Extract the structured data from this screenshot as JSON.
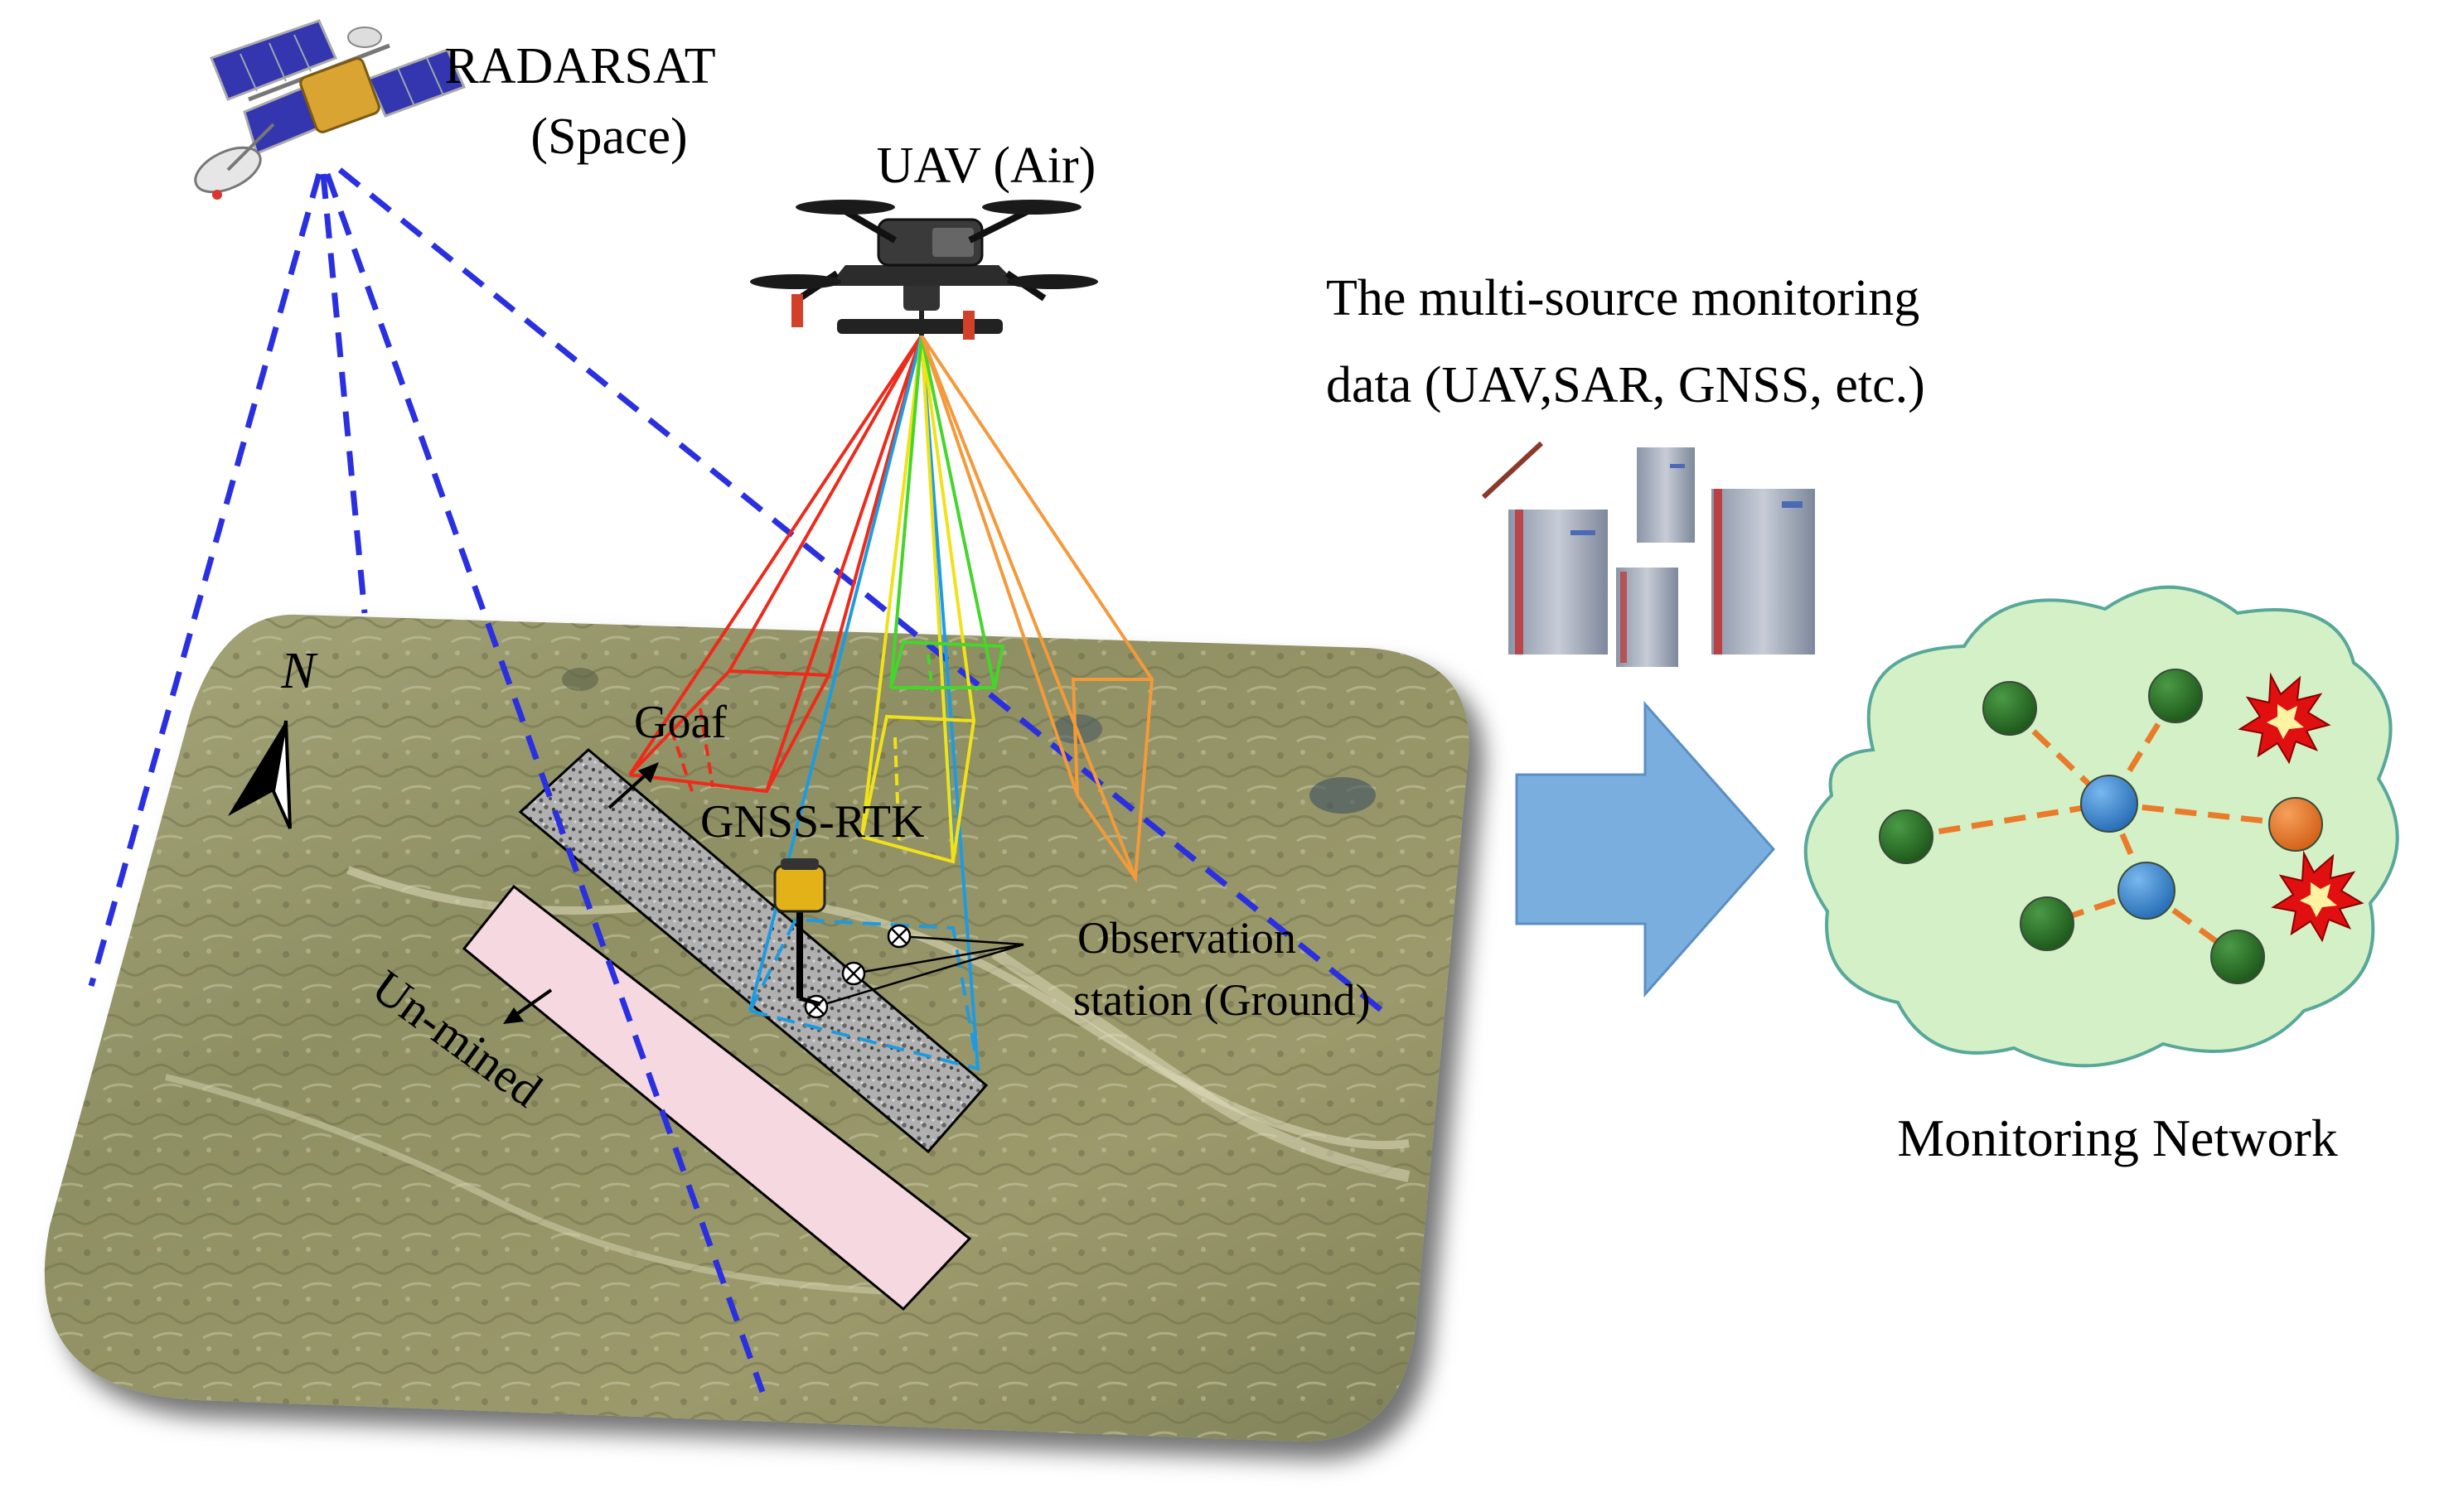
{
  "labels": {
    "satellite": "RADARSAT",
    "satellite_sub": "(Space)",
    "uav": "UAV (Air)",
    "data_line1": "The multi-source monitoring",
    "data_line2": "data (UAV,SAR, GNSS, etc.)",
    "north": "N",
    "goaf": "Goaf",
    "gnss": "GNSS-RTK",
    "observation_line1": "Observation",
    "observation_line2": "station (Ground)",
    "unmined": "Un-mined",
    "network": "Monitoring Network"
  },
  "colors": {
    "sar_dash": "#2a2fe0",
    "terrain": "#8d8e62",
    "goaf_fill": "#a6a6a6",
    "unmined_fill": "#f6d8e1",
    "arrow_fill": "#7aaedf",
    "cloud_fill": "#d4f0c6",
    "node_green": "#2e7a2a",
    "node_blue": "#3f8fd6",
    "node_orange": "#ec7a23",
    "link_orange": "#e97b2b",
    "burst_red": "#e01010"
  },
  "icons": [
    "satellite-icon",
    "drone-icon",
    "server-icon",
    "north-arrow-icon",
    "gnss-receiver-icon",
    "burst-icon"
  ]
}
